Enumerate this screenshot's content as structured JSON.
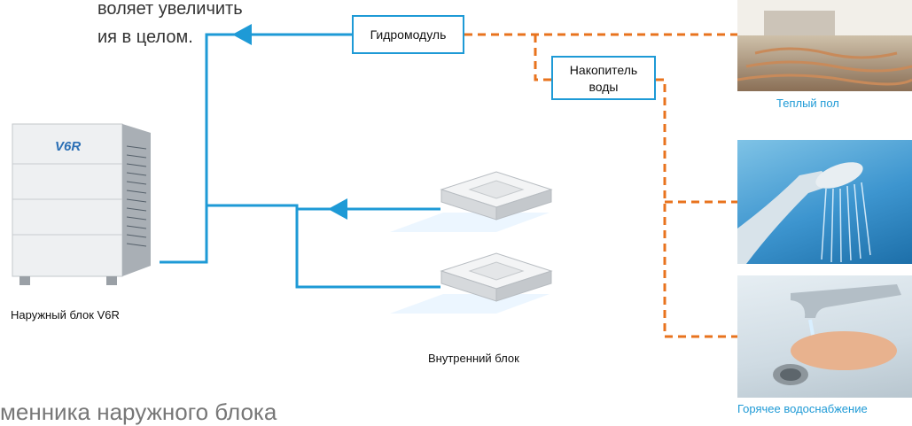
{
  "intro": {
    "line1": "воляет увеличить",
    "line2": "ия в целом."
  },
  "bottom_heading": "менника наружного блока",
  "nodes": {
    "hydromodule": "Гидромодуль",
    "water_tank_line1": "Накопитель",
    "water_tank_line2": "воды"
  },
  "labels": {
    "outdoor_unit": "Наружный блок V6R",
    "indoor_unit": "Внутренний блок",
    "underfloor_heating": "Теплый пол",
    "hot_water_supply": "Горячее водоснабжение"
  },
  "outdoor_unit_logo": "V6R",
  "colors": {
    "refrigerant_line": "#1e9ad6",
    "water_line": "#e8731e",
    "node_border": "#1e9ad6",
    "photo_caption": "#1e9ad6"
  }
}
